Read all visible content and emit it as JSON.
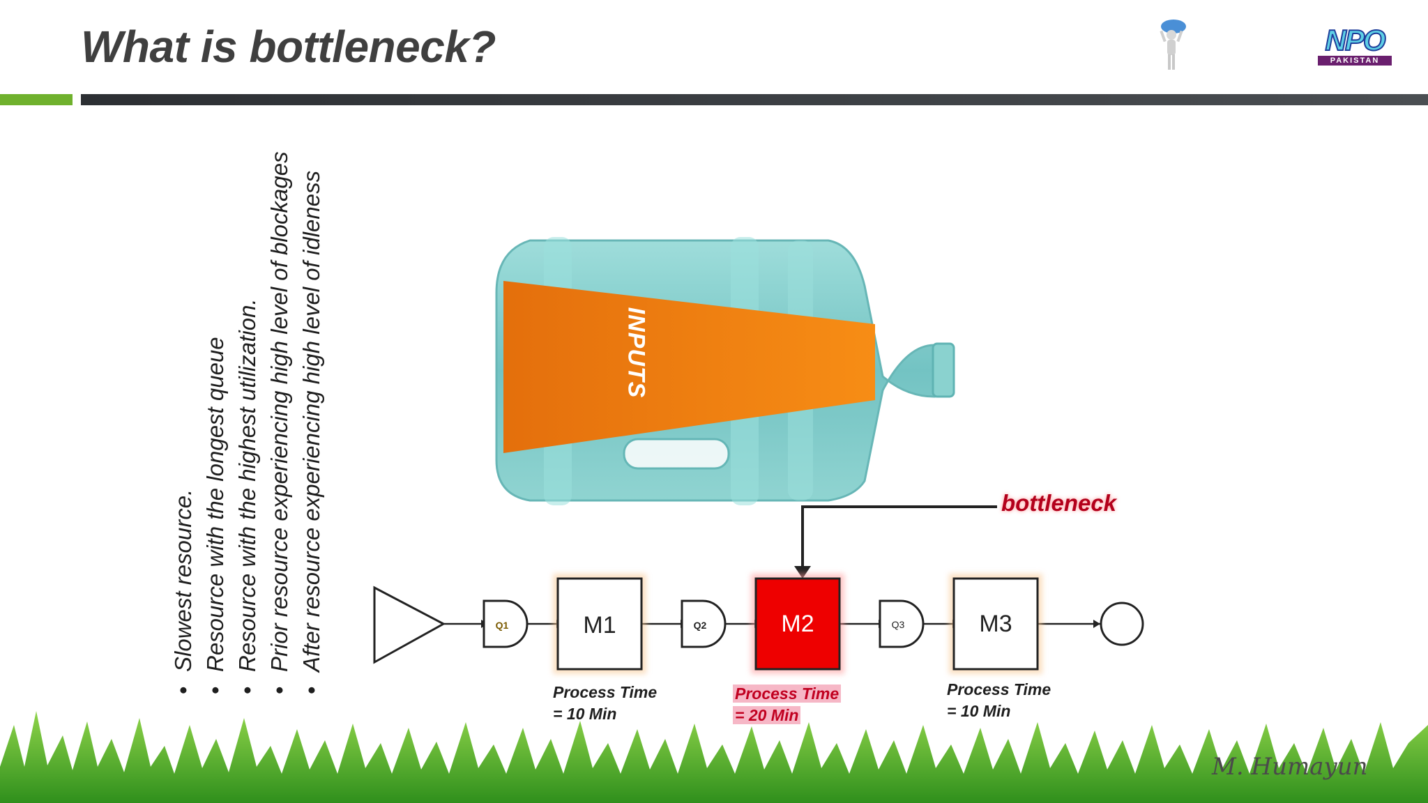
{
  "slide": {
    "title": "What is bottleneck?",
    "logo": {
      "name": "NPO",
      "sub": "PAKISTAN"
    },
    "signature": "M. Humayun"
  },
  "bullets": [
    "Slowest resource.",
    "Resource with the longest queue",
    "Resource with the highest utilization.",
    "Prior resource experiencing high level of blockages",
    "After resource experiencing high level of idleness"
  ],
  "bottle": {
    "label": "INPUTS"
  },
  "callout": {
    "label": "bottleneck"
  },
  "flow": {
    "queues": [
      "Q1",
      "Q2",
      "Q3"
    ],
    "machines": [
      {
        "label": "M1",
        "time_line1": "Process Time",
        "time_line2": "= 10 Min",
        "is_bottleneck": false
      },
      {
        "label": "M2",
        "time_line1": "Process Time",
        "time_line2": "= 20 Min",
        "is_bottleneck": true
      },
      {
        "label": "M3",
        "time_line1": "Process Time",
        "time_line2": "= 10 Min",
        "is_bottleneck": false
      }
    ]
  },
  "colors": {
    "accent_green": "#6fb12d",
    "bottleneck_red": "#ee0000",
    "funnel_orange": "#f07f10",
    "bottle_teal": "#7cc7c6",
    "flow_glow": "#7fe3f5"
  }
}
